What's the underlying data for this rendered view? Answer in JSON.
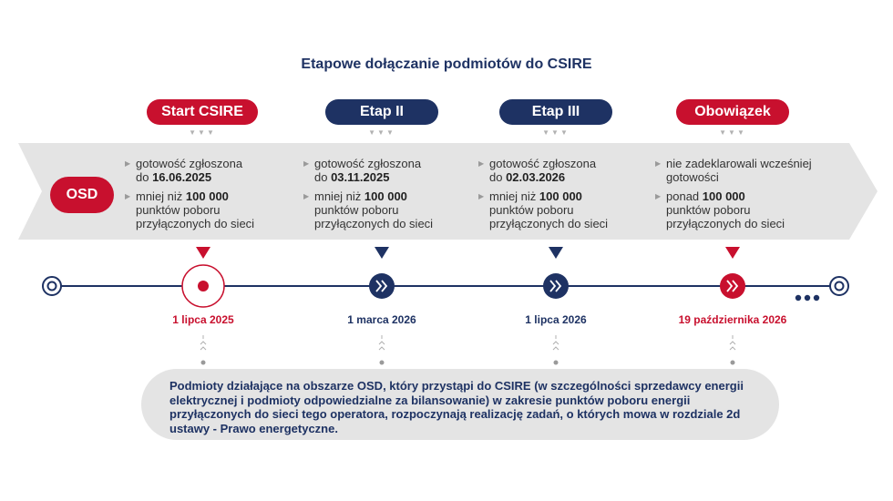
{
  "title": "Etapowe dołączanie podmiotów do CSIRE",
  "osd_label": "OSD",
  "stages": [
    {
      "label": "Start CSIRE",
      "color": "#c8102e",
      "date": "1 lipca 2025",
      "line1_a": "gotowość zgłoszona",
      "line1_b_prefix": "do ",
      "line1_b_bold": "16.06.2025",
      "line2_prefix": "mniej niż ",
      "line2_bold": "100 000",
      "line2_b": "punktów poboru",
      "line2_c": "przyłączonych do sieci"
    },
    {
      "label": "Etap II",
      "color": "#1e3263",
      "date": "1 marca 2026",
      "line1_a": "gotowość zgłoszona",
      "line1_b_prefix": "do ",
      "line1_b_bold": "03.11.2025",
      "line2_prefix": "mniej niż ",
      "line2_bold": "100 000",
      "line2_b": "punktów poboru",
      "line2_c": "przyłączonych do sieci"
    },
    {
      "label": "Etap III",
      "color": "#1e3263",
      "date": "1 lipca 2026",
      "line1_a": "gotowość zgłoszona",
      "line1_b_prefix": "do ",
      "line1_b_bold": "02.03.2026",
      "line2_prefix": "mniej niż ",
      "line2_bold": "100 000",
      "line2_b": "punktów poboru",
      "line2_c": "przyłączonych do sieci"
    },
    {
      "label": "Obowiązek",
      "color": "#c8102e",
      "date": "19 października 2026",
      "line1_a": "nie zadeklarowali wcześniej",
      "line1_b_prefix": "gotowości",
      "line1_b_bold": "",
      "line2_prefix": "ponad ",
      "line2_bold": "100 000",
      "line2_b": "punktów poboru",
      "line2_c": " przyłączonych do sieci"
    }
  ],
  "note": "Podmioty działające na obszarze OSD, który przystąpi do CSIRE (w szczególności sprzedawcy energii elektrycznej i podmioty odpowiedzialne za bilansowanie) w zakresie punktów poboru energii przyłączonych do sieci tego operatora, rozpoczynają realizację zadań, o których mowa w rozdziale 2d ustawy - Prawo energetyczne.",
  "colors": {
    "red": "#c8102e",
    "navy": "#1e3263",
    "band": "#e4e4e4"
  }
}
